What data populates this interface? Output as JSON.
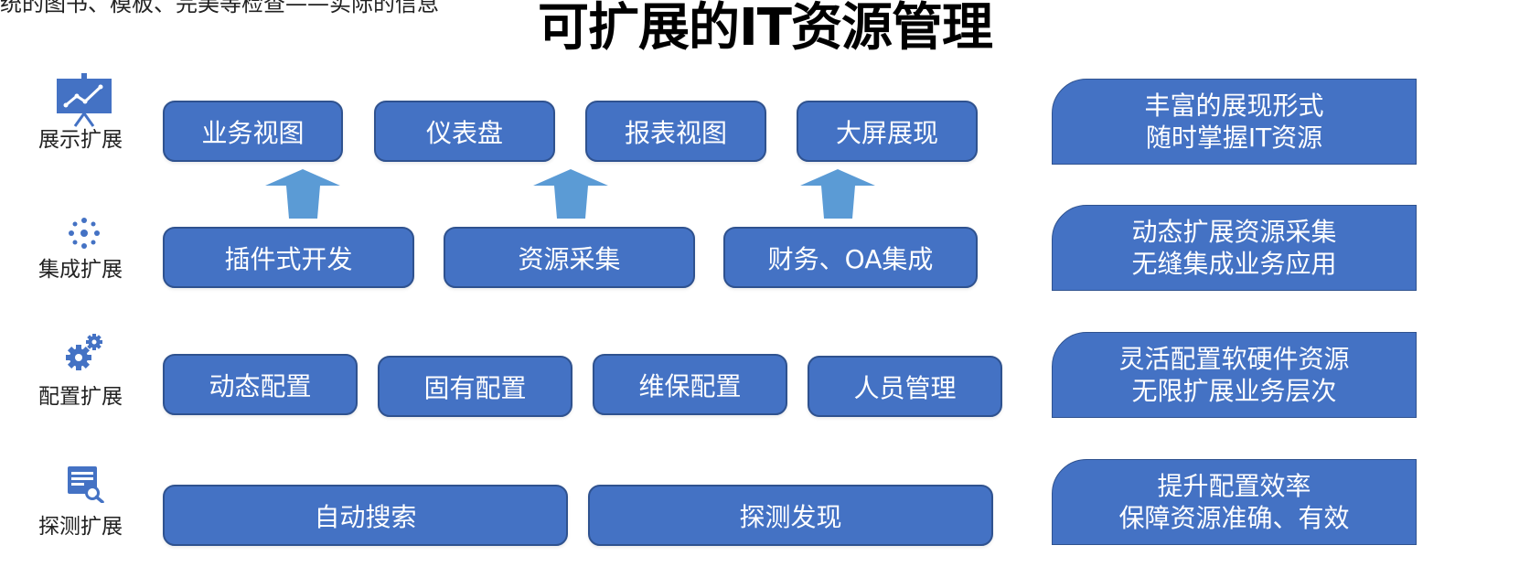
{
  "header": {
    "cut_text": "统的图书、模板、完美等检查——实际的信息",
    "title": "可扩展的IT资源管理"
  },
  "rows": [
    {
      "label": "展示扩展",
      "icon": "presentation-chart-icon",
      "boxes": [
        "业务视图",
        "仪表盘",
        "报表视图",
        "大屏展现"
      ],
      "callout": [
        "丰富的展现形式",
        "随时掌握IT资源"
      ]
    },
    {
      "label": "集成扩展",
      "icon": "integration-hub-icon",
      "boxes": [
        "插件式开发",
        "资源采集",
        "财务、OA集成"
      ],
      "callout": [
        "动态扩展资源采集",
        "无缝集成业务应用"
      ]
    },
    {
      "label": "配置扩展",
      "icon": "gears-icon",
      "boxes": [
        "动态配置",
        "固有配置",
        "维保配置",
        "人员管理"
      ],
      "callout": [
        "灵活配置软硬件资源",
        "无限扩展业务层次"
      ]
    },
    {
      "label": "探测扩展",
      "icon": "document-search-icon",
      "boxes": [
        "自动搜索",
        "探测发现"
      ],
      "callout": [
        "提升配置效率",
        "保障资源准确、有效"
      ]
    }
  ],
  "colors": {
    "box_fill": "#4472C4",
    "box_border": "#2F528F",
    "arrow_fill": "#5B9BD5",
    "text_on_box": "#FFFFFF"
  }
}
